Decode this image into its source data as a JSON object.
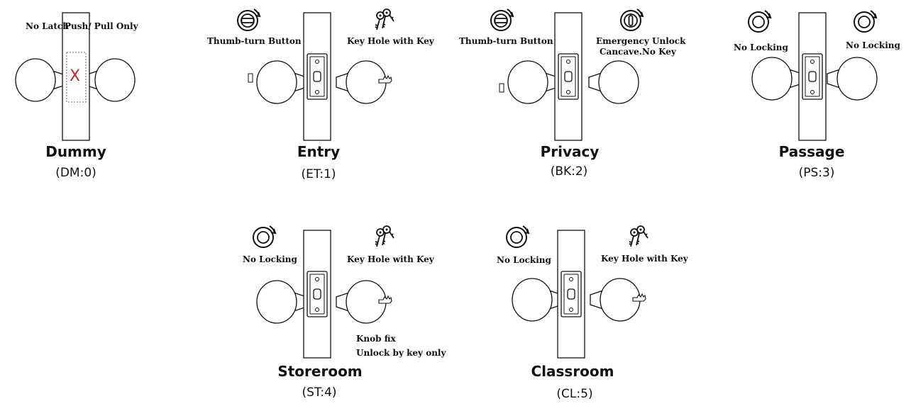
{
  "colors": {
    "line": "#111111",
    "mark": "#c0282e",
    "background": "#ffffff"
  },
  "icons": [
    "thumb-turn-icon",
    "key-icon",
    "rotate-icon"
  ],
  "functions": [
    {
      "id": "dummy",
      "title": "Dummy",
      "code": "(DM:0)",
      "labels": {
        "no_latch": "No Latch",
        "push_pull": "Push/ Pull Only"
      },
      "mark": "X"
    },
    {
      "id": "entry",
      "title": "Entry",
      "code": "(ET:1)",
      "labels": {
        "left": "Thumb-turn Button",
        "right": "Key Hole with Key"
      }
    },
    {
      "id": "privacy",
      "title": "Privacy",
      "code": "(BK:2)",
      "labels": {
        "left": "Thumb-turn Button",
        "right_line1": "Emergency Unlock",
        "right_line2": "Cancave.No Key"
      }
    },
    {
      "id": "passage",
      "title": "Passage",
      "code": "(PS:3)",
      "labels": {
        "left": "No Locking",
        "right": "No Locking"
      }
    },
    {
      "id": "storeroom",
      "title": "Storeroom",
      "code": "(ST:4)",
      "labels": {
        "left": "No Locking",
        "right": "Key Hole with Key",
        "note_line1": "Knob fix",
        "note_line2": "Unlock by key only"
      }
    },
    {
      "id": "classroom",
      "title": "Classroom",
      "code": "(CL:5)",
      "labels": {
        "left": "No Locking",
        "right": "Key Hole with Key"
      }
    }
  ]
}
